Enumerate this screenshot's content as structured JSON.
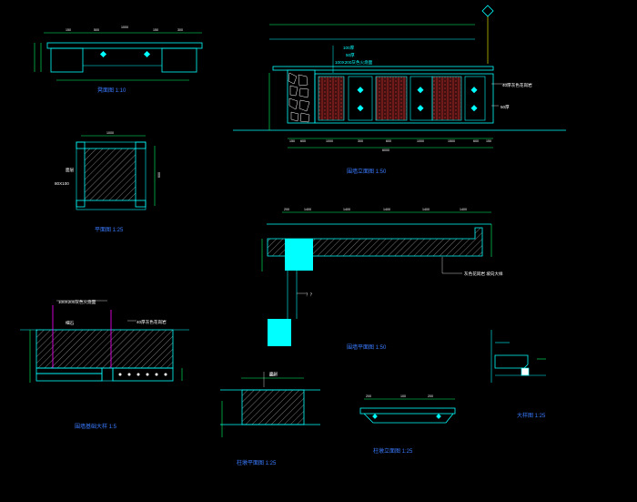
{
  "colors": {
    "background": "#000000",
    "outline": "#00ffff",
    "dimension": "#00ff66",
    "text": "#ffffff",
    "caption": "#3a7bff",
    "hatch": "#c8c8c8",
    "block": "#00ffff",
    "brick": "#ff3b3b",
    "leader": "#ffff00",
    "accent": "#ff00ff"
  },
  "captions": {
    "bench_top": "凳面图 1:10",
    "bench_plan": "平面图 1:25",
    "wall_elev": "围墙立面图 1:50",
    "wall_plan": "围墙平面图 1:50",
    "wall_section": "围墙基础大样 1:5",
    "pier_plan": "柱墩平面图 1:25",
    "pier_elev": "柱墩立面图 1:25",
    "cap_detail": "大样图 1:25"
  },
  "labels": {
    "l100": "100厚",
    "l50": "50厚",
    "l100x200": "100X200灰色火烧面",
    "l80x100": "80X100",
    "lj": "细石",
    "lw": "40厚灰色花岗岩",
    "l50b": "50厚",
    "lpr": "？？",
    "ljm": "面层",
    "ltr": "铺装",
    "lmid": "灰色花岗岩 坡向大样"
  },
  "dims": {
    "elev_bottom": [
      "150",
      "600",
      "1000",
      "300",
      "600",
      "1000",
      "300",
      "1500",
      "600",
      "150"
    ],
    "elev_total": "6000",
    "plan_top": [
      "200",
      "1400",
      "1400",
      "1400",
      "1400",
      "1400"
    ],
    "bench_top": [
      "1000",
      "150",
      "500",
      "150",
      "300"
    ],
    "bench_plan_top": "1000",
    "bench_plan_side": "600",
    "cap_pair": [
      "200",
      "100"
    ],
    "pier_top": "500"
  }
}
